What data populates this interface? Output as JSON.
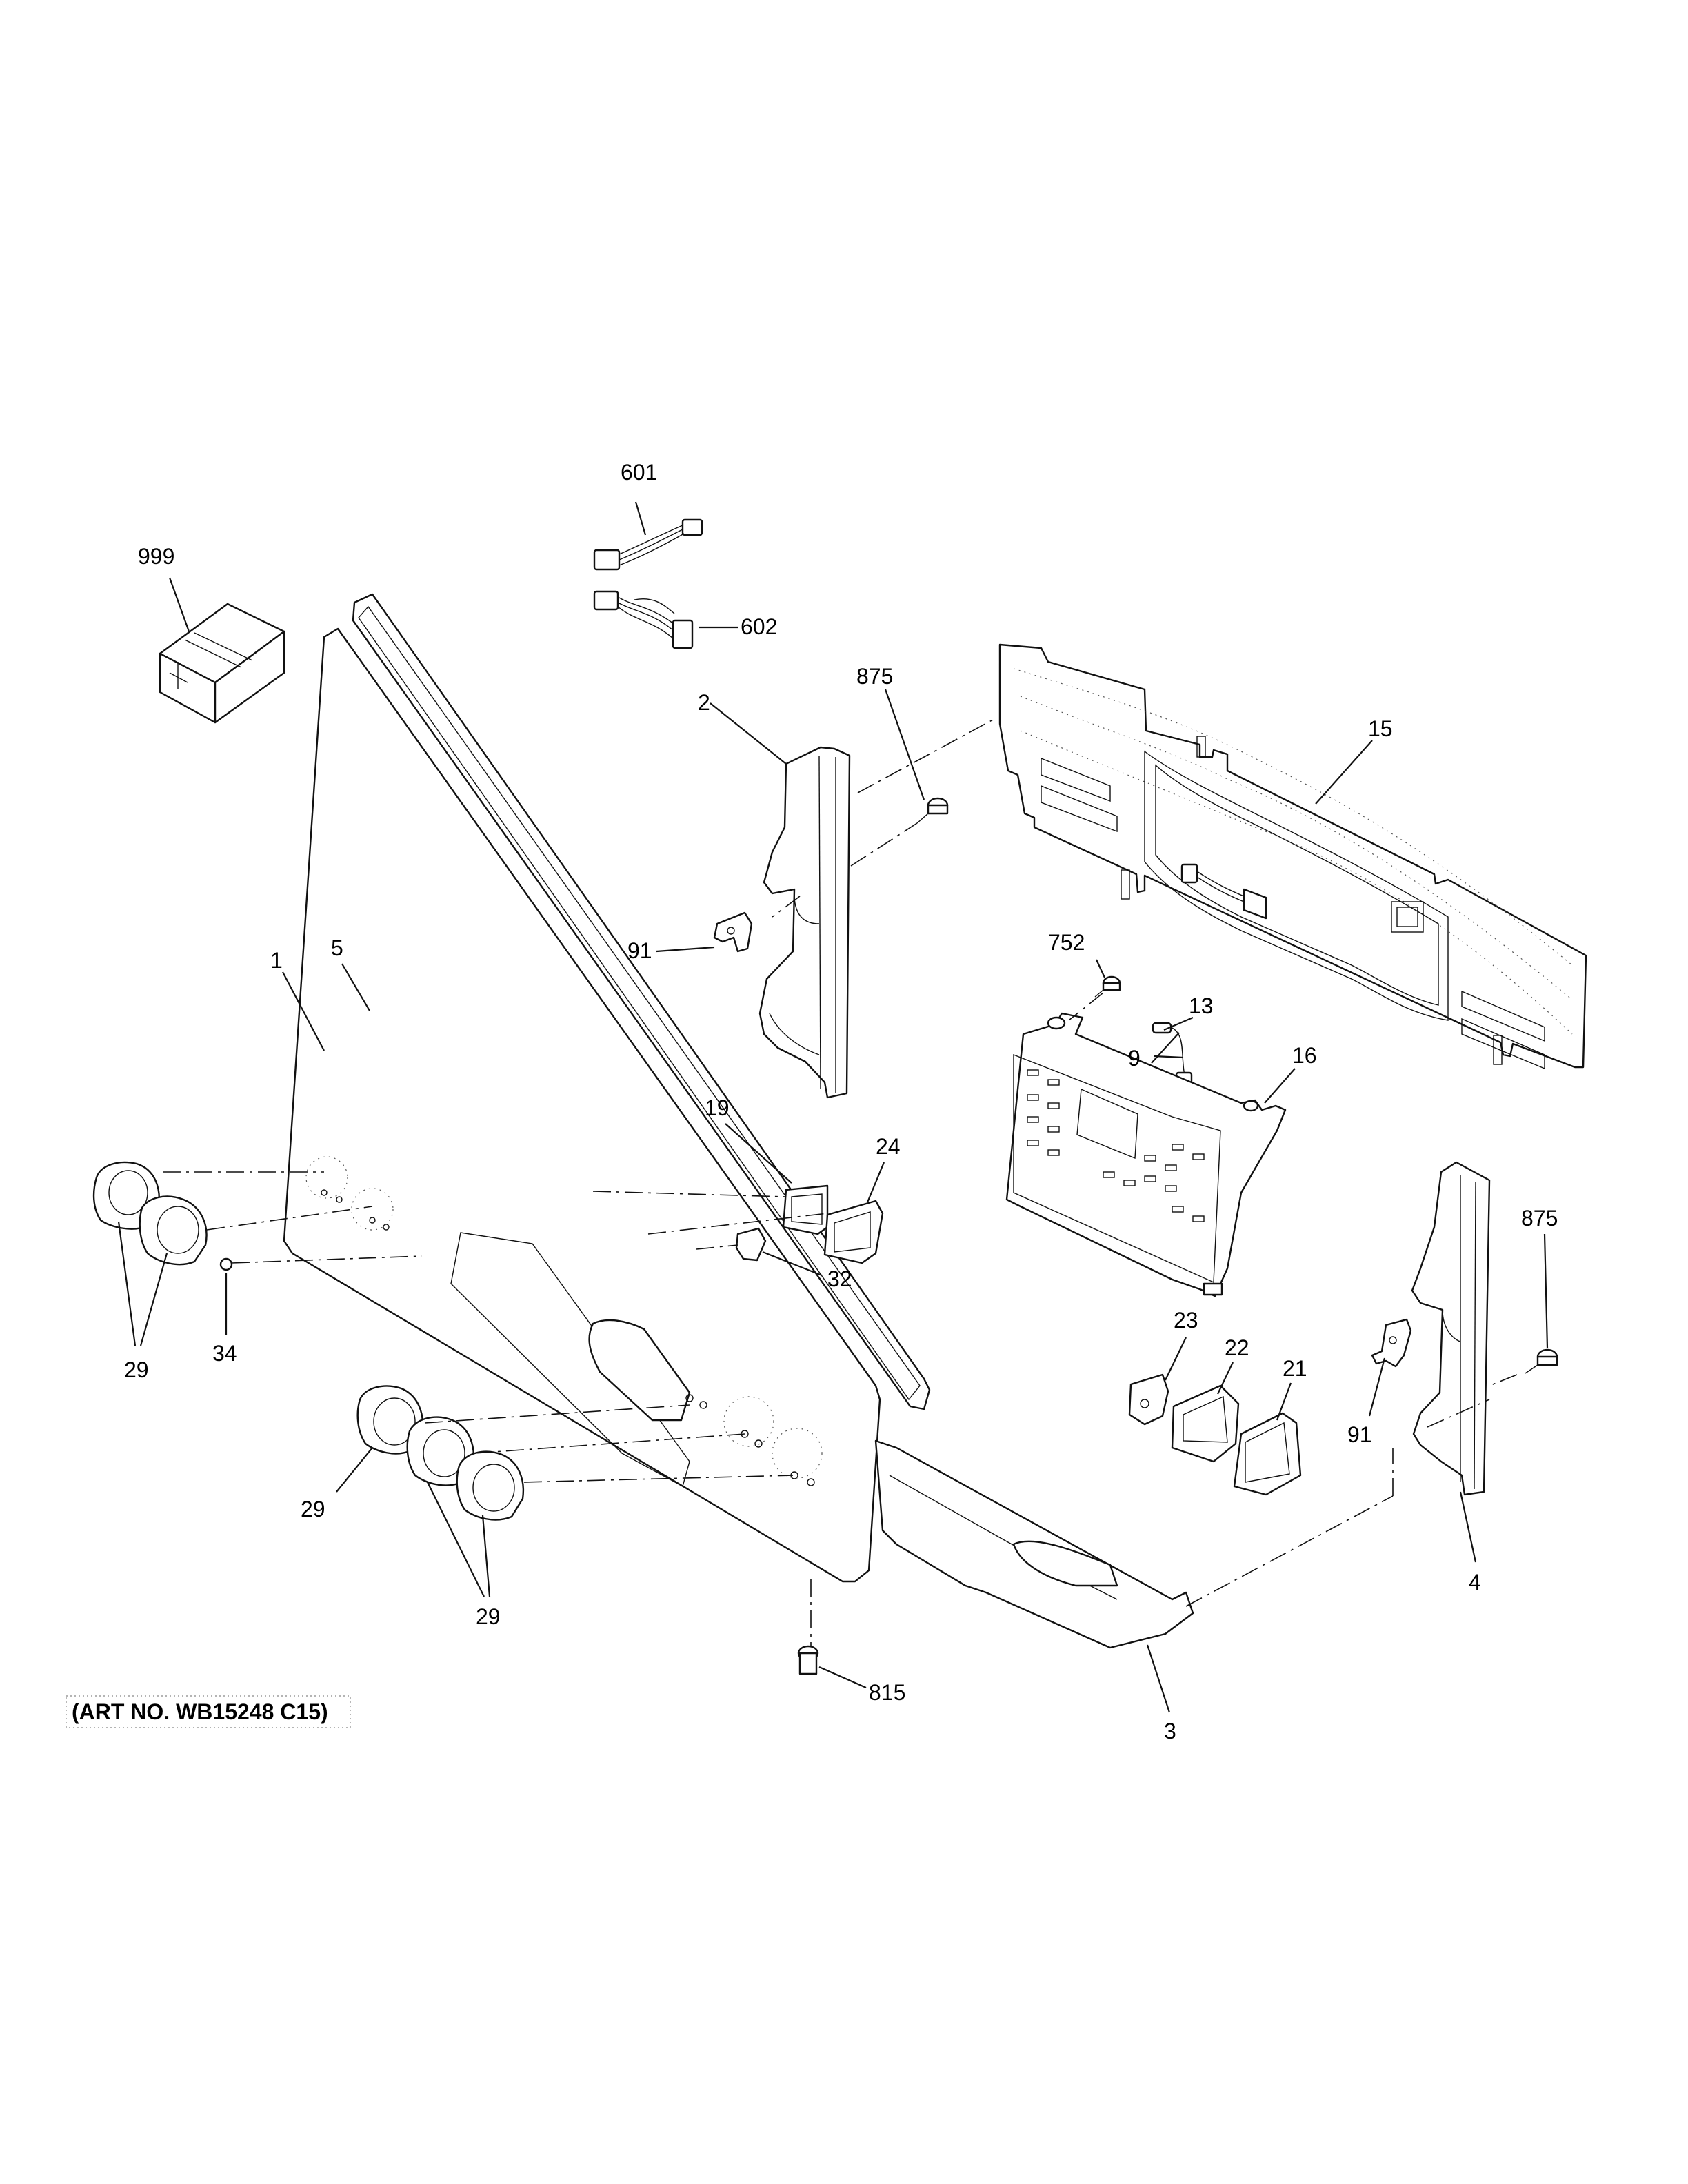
{
  "callouts": {
    "c999": "999",
    "c601": "601",
    "c602": "602",
    "c875a": "875",
    "c2": "2",
    "c15": "15",
    "c91a": "91",
    "c9": "9",
    "c752": "752",
    "c13": "13",
    "c16": "16",
    "c5": "5",
    "c1": "1",
    "c19": "19",
    "c24": "24",
    "c32": "32",
    "c875b": "875",
    "c34": "34",
    "c29a": "29",
    "c23": "23",
    "c22": "22",
    "c21": "21",
    "c91b": "91",
    "c29b": "29",
    "c29c": "29",
    "c4": "4",
    "c815": "815",
    "c3": "3"
  },
  "art_number": "(ART NO. WB15248 C15)"
}
